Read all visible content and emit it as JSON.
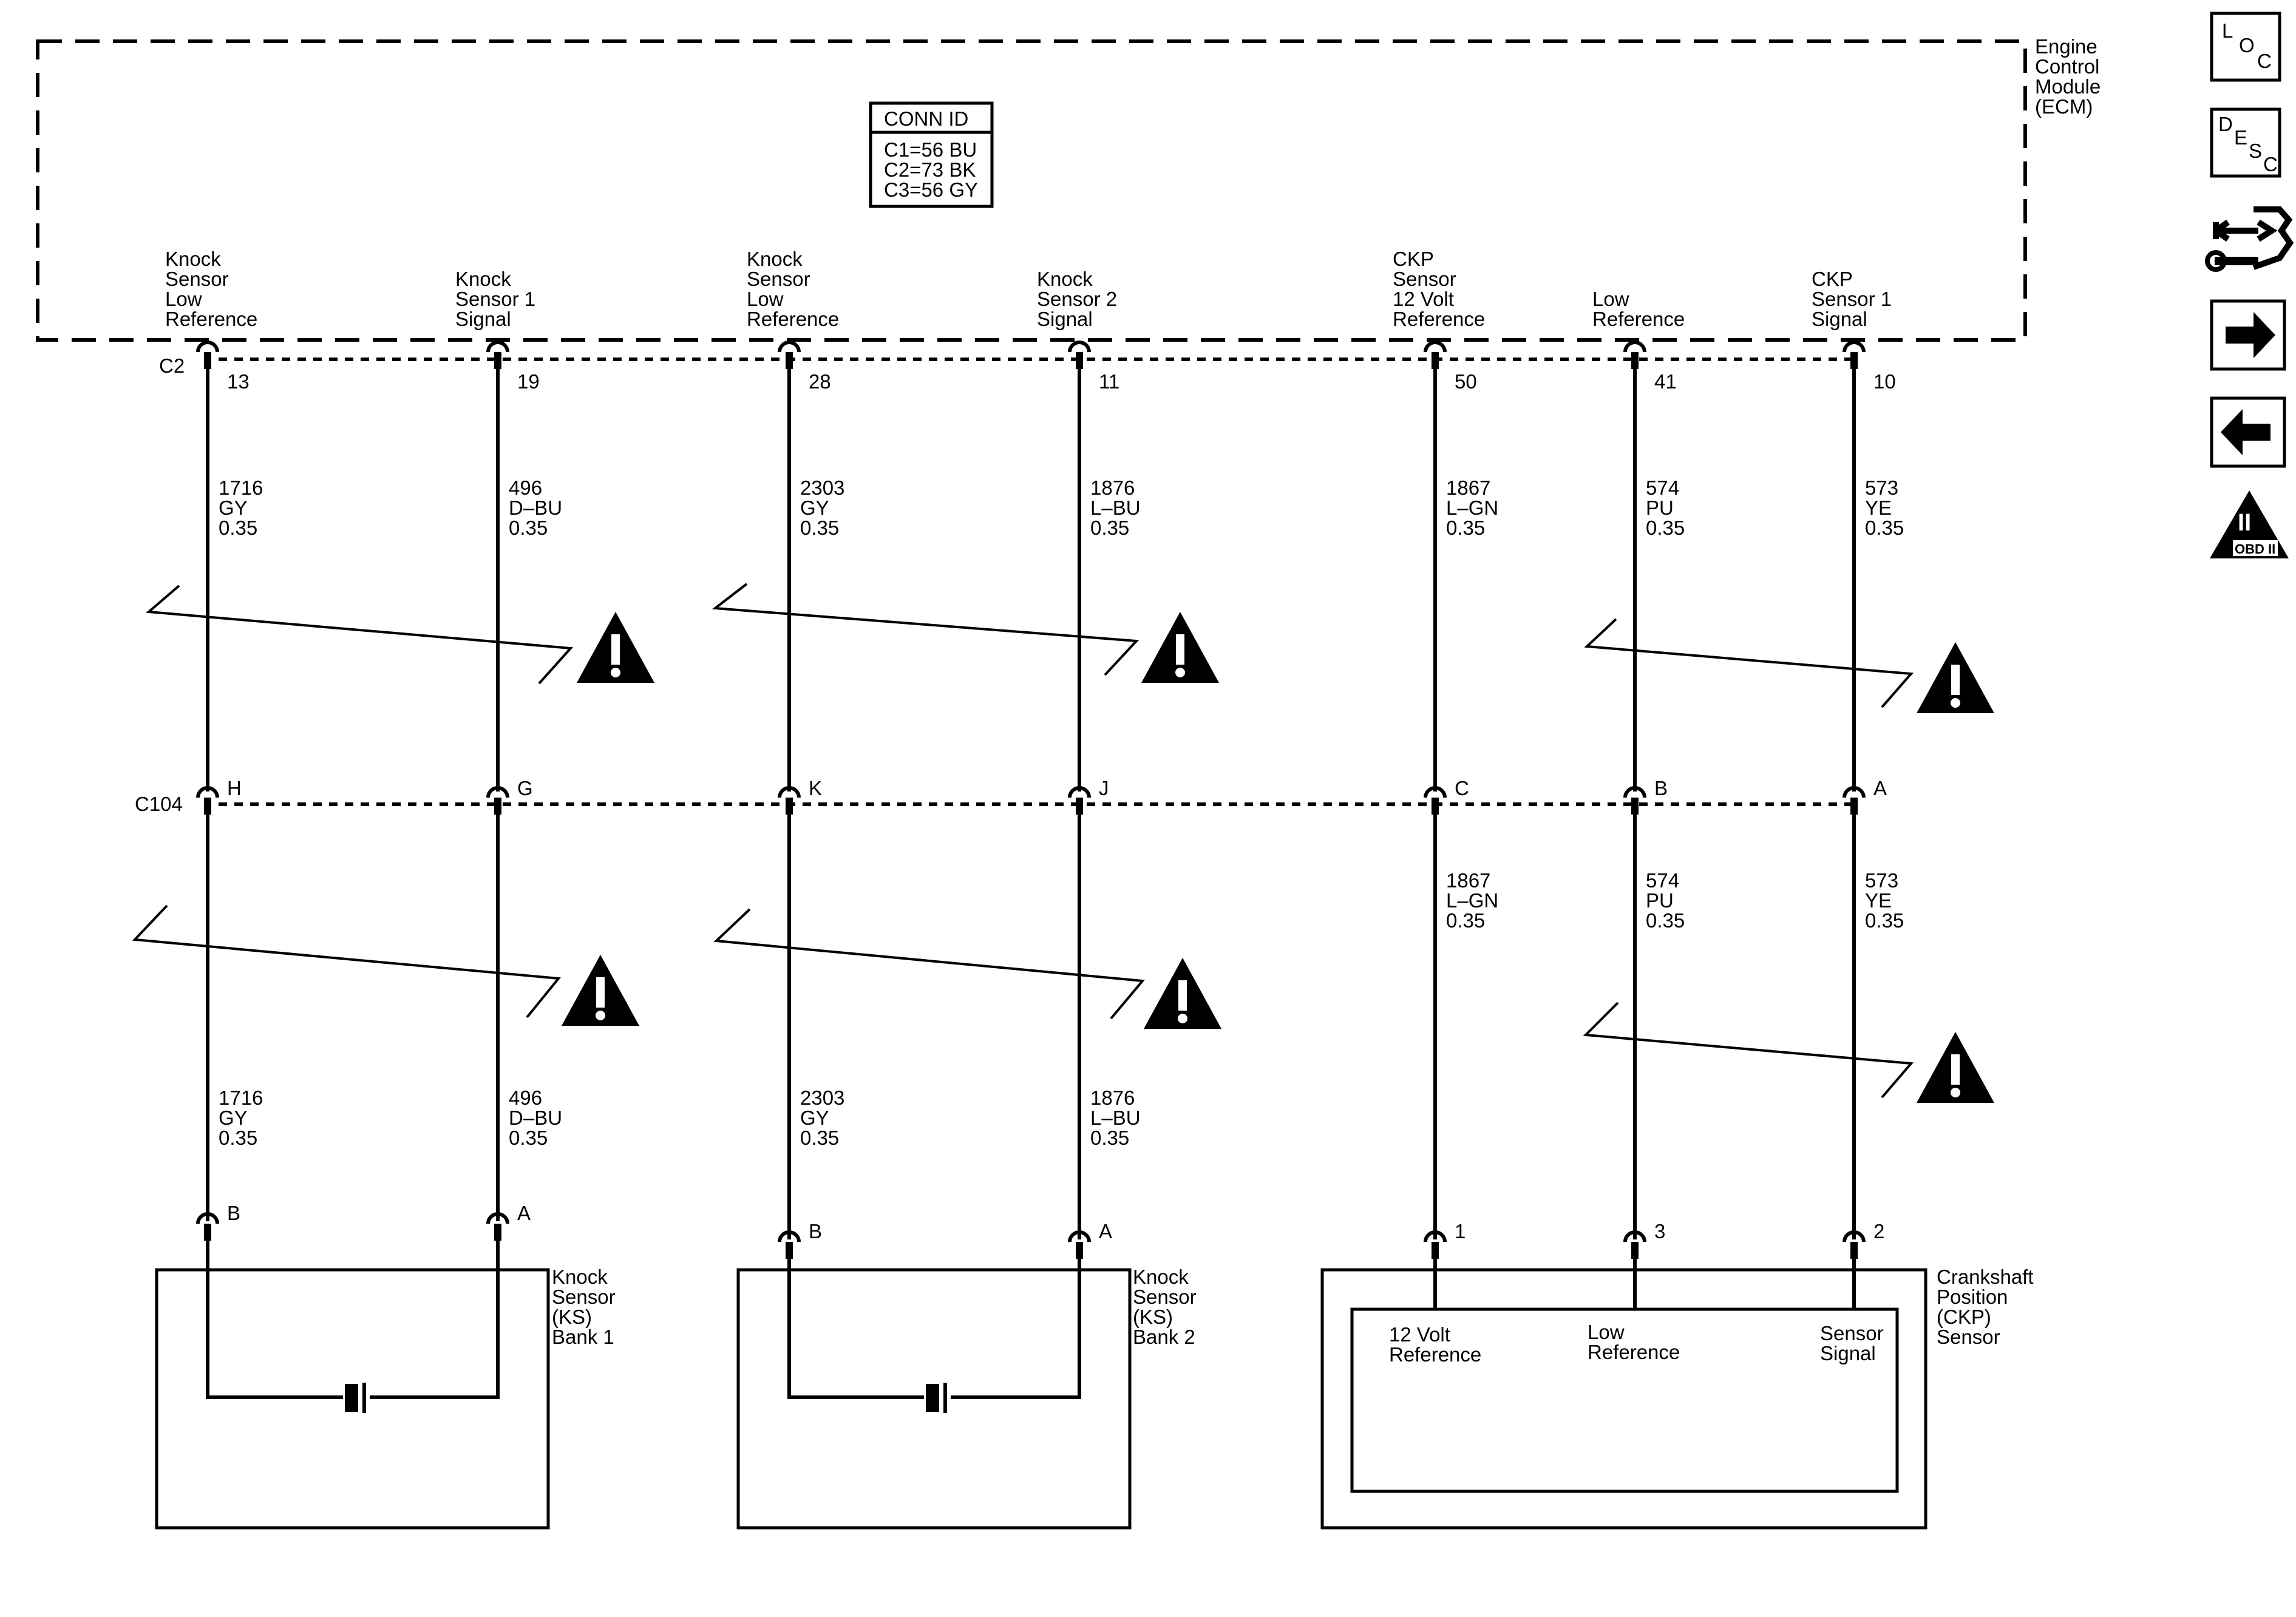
{
  "module": {
    "lines": [
      "Engine",
      "Control",
      "Module",
      "(ECM)"
    ]
  },
  "conn_id": {
    "title": "CONN ID",
    "lines": [
      "C1=56 BU",
      "C2=73 BK",
      "C3=56 GY"
    ]
  },
  "connectors": {
    "ecm": "C2",
    "inline": "C104"
  },
  "circuits": [
    {
      "label": [
        "Knock",
        "Sensor",
        "Low",
        "Reference"
      ],
      "ecm_pin": "13",
      "inline_pin": "H",
      "wire_top": [
        "1716",
        "GY",
        "0.35"
      ],
      "wire_bottom": [
        "1716",
        "GY",
        "0.35"
      ],
      "comp_pin": "B"
    },
    {
      "label": [
        "Knock",
        "Sensor 1",
        "Signal"
      ],
      "ecm_pin": "19",
      "inline_pin": "G",
      "wire_top": [
        "496",
        "D–BU",
        "0.35"
      ],
      "wire_bottom": [
        "496",
        "D–BU",
        "0.35"
      ],
      "comp_pin": "A"
    },
    {
      "label": [
        "Knock",
        "Sensor",
        "Low",
        "Reference"
      ],
      "ecm_pin": "28",
      "inline_pin": "K",
      "wire_top": [
        "2303",
        "GY",
        "0.35"
      ],
      "wire_bottom": [
        "2303",
        "GY",
        "0.35"
      ],
      "comp_pin": "B"
    },
    {
      "label": [
        "Knock",
        "Sensor 2",
        "Signal"
      ],
      "ecm_pin": "11",
      "inline_pin": "J",
      "wire_top": [
        "1876",
        "L–BU",
        "0.35"
      ],
      "wire_bottom": [
        "1876",
        "L–BU",
        "0.35"
      ],
      "comp_pin": "A"
    },
    {
      "label": [
        "CKP",
        "Sensor",
        "12 Volt",
        "Reference"
      ],
      "ecm_pin": "50",
      "inline_pin": "C",
      "wire_top": [
        "1867",
        "L–GN",
        "0.35"
      ],
      "wire_bottom": [
        "1867",
        "L–GN",
        "0.35"
      ],
      "comp_pin": "1"
    },
    {
      "label": [
        "Low",
        "Reference"
      ],
      "ecm_pin": "41",
      "inline_pin": "B",
      "wire_top": [
        "574",
        "PU",
        "0.35"
      ],
      "wire_bottom": [
        "574",
        "PU",
        "0.35"
      ],
      "comp_pin": "3"
    },
    {
      "label": [
        "CKP",
        "Sensor 1",
        "Signal"
      ],
      "ecm_pin": "10",
      "inline_pin": "A",
      "wire_top": [
        "573",
        "YE",
        "0.35"
      ],
      "wire_bottom": [
        "573",
        "YE",
        "0.35"
      ],
      "comp_pin": "2"
    }
  ],
  "components": {
    "ks1": [
      "Knock",
      "Sensor",
      "(KS)",
      "Bank 1"
    ],
    "ks2": [
      "Knock",
      "Sensor",
      "(KS)",
      "Bank 2"
    ],
    "ckp": [
      "Crankshaft",
      "Position",
      "(CKP)",
      "Sensor"
    ],
    "ckp_terminals": [
      [
        "12 Volt",
        "Reference"
      ],
      [
        "Low",
        "Reference"
      ],
      [
        "Sensor",
        "Signal"
      ]
    ]
  },
  "side_icons": [
    {
      "name": "loc-icon",
      "letters": [
        "L",
        "O",
        "C"
      ]
    },
    {
      "name": "desc-icon",
      "letters": [
        "D",
        "E",
        "S",
        "C"
      ]
    },
    {
      "name": "connector-tool-icon"
    },
    {
      "name": "next-arrow-icon"
    },
    {
      "name": "prev-arrow-icon"
    },
    {
      "name": "obd-ii-icon",
      "numeral": "II",
      "caption": "OBD II"
    }
  ]
}
